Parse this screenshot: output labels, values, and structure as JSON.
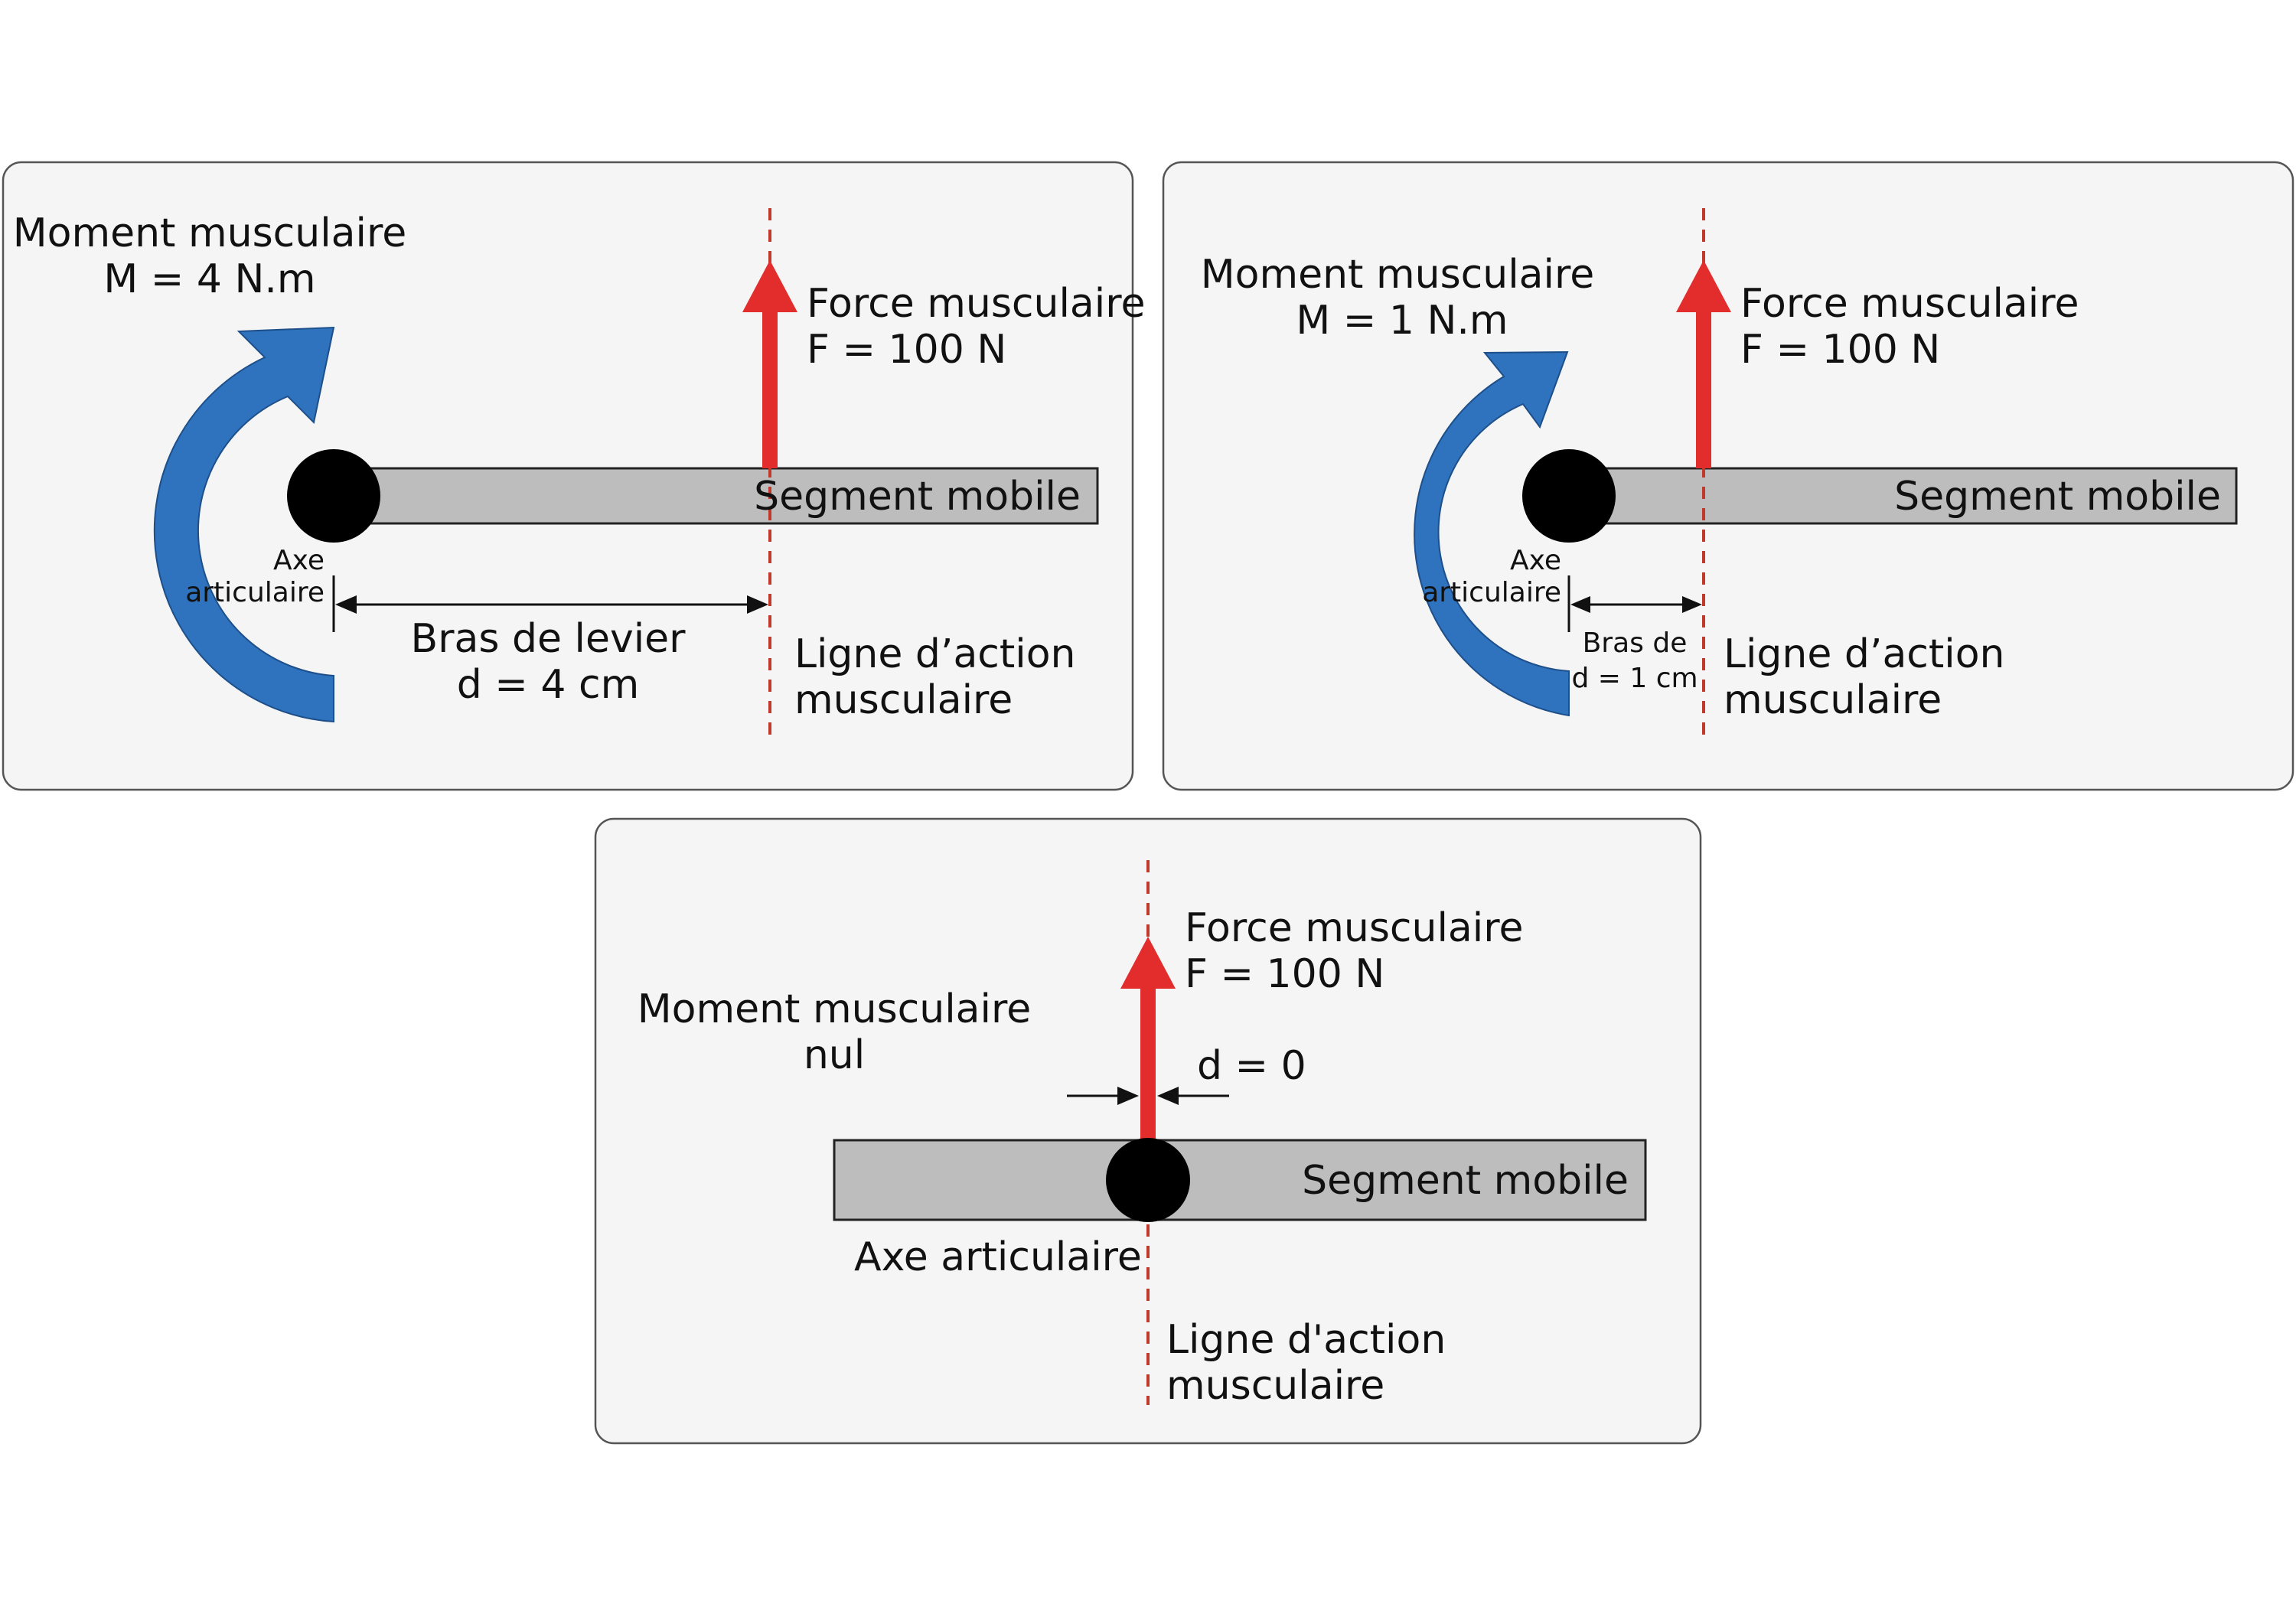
{
  "colors": {
    "force": "#e32d2d",
    "moment": "#2f72bd",
    "action_line": "#c0392b",
    "segment": "#bdbdbd",
    "axis": "#000000"
  },
  "panels": [
    {
      "moment_title": "Moment musculaire",
      "moment_value": "M = 4 N.m",
      "force_title": "Force musculaire",
      "force_value": "F = 100 N",
      "segment_label": "Segment mobile",
      "axis_line1": "Axe",
      "axis_line2": "articulaire",
      "lever_line1": "Bras de levier",
      "lever_line2": "d = 4 cm",
      "action_line1": "Ligne d’action",
      "action_line2": "musculaire"
    },
    {
      "moment_title": "Moment musculaire",
      "moment_value": "M = 1 N.m",
      "force_title": "Force musculaire",
      "force_value": "F = 100 N",
      "segment_label": "Segment mobile",
      "axis_line1": "Axe",
      "axis_line2": "articulaire",
      "lever_line1": "Bras de",
      "lever_line2": "d = 1 cm",
      "action_line1": "Ligne d’action",
      "action_line2": "musculaire"
    },
    {
      "moment_title": "Moment musculaire",
      "moment_value": "nul",
      "force_title": "Force musculaire",
      "force_value": "F = 100 N",
      "distance_label": "d = 0",
      "segment_label": "Segment mobile",
      "axis_label": "Axe articulaire",
      "action_line1": "Ligne d'action",
      "action_line2": "musculaire"
    }
  ]
}
